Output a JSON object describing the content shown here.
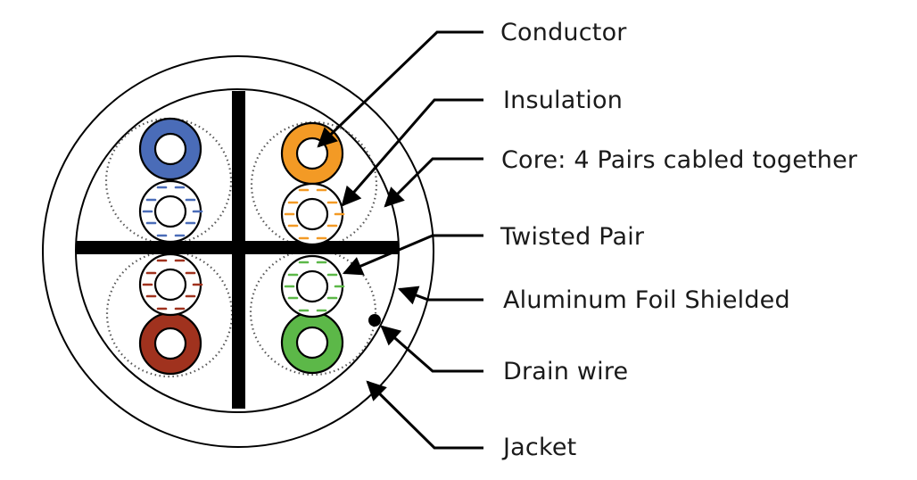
{
  "diagram": {
    "title": "Shielded twisted-pair cable cross-section",
    "labels": [
      {
        "id": "conductor",
        "text": "Conductor"
      },
      {
        "id": "insulation",
        "text": "Insulation"
      },
      {
        "id": "core",
        "text": "Core: 4 Pairs cabled together"
      },
      {
        "id": "twisted-pair",
        "text": "Twisted Pair"
      },
      {
        "id": "foil",
        "text": "Aluminum Foil Shielded"
      },
      {
        "id": "drain-wire",
        "text": "Drain wire"
      },
      {
        "id": "jacket",
        "text": "Jacket"
      }
    ],
    "pairs": [
      {
        "name": "blue",
        "color": "#4a6cb8"
      },
      {
        "name": "orange",
        "color": "#f39a25"
      },
      {
        "name": "brown",
        "color": "#a0321e"
      },
      {
        "name": "green",
        "color": "#5cb848"
      }
    ],
    "colors": {
      "line": "#000000",
      "dotted": "#555555",
      "background": "#ffffff"
    }
  }
}
